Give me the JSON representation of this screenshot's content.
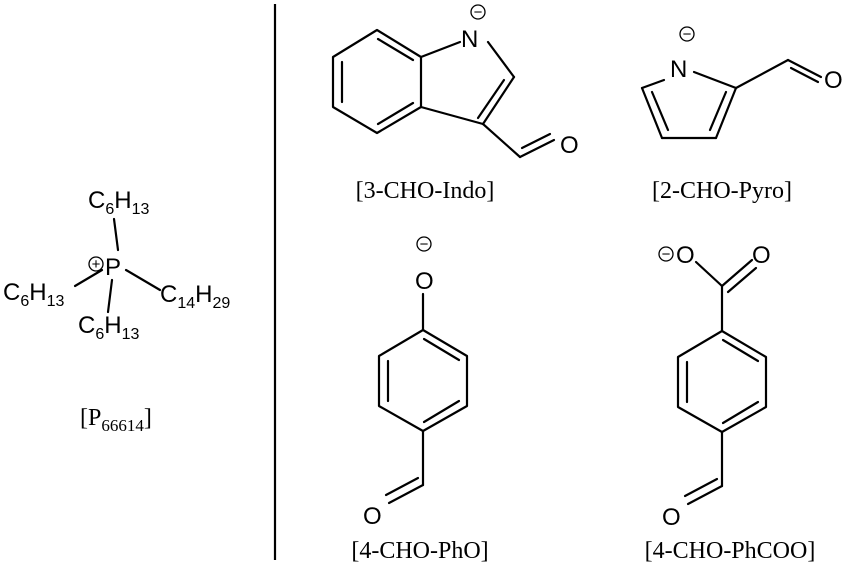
{
  "cation": {
    "label_main": "[P",
    "label_sub": "66614",
    "label_close": "]",
    "center_atom": "P",
    "charge": "+",
    "substituents": {
      "top": {
        "base": "C",
        "n1": "6",
        "h": "H",
        "n2": "13"
      },
      "left": {
        "base": "C",
        "n1": "6",
        "h": "H",
        "n2": "13"
      },
      "bottom": {
        "base": "C",
        "n1": "6",
        "h": "H",
        "n2": "13"
      },
      "right": {
        "base": "C",
        "n1": "14",
        "h": "H",
        "n2": "29"
      }
    }
  },
  "anions": [
    {
      "label": "[3-CHO-Indo]",
      "hetero_atom": "N",
      "charge": "−",
      "carbonyl_o": "O"
    },
    {
      "label": "[2-CHO-Pyro]",
      "hetero_atom": "N",
      "charge": "−",
      "carbonyl_o": "O"
    },
    {
      "label": "[4-CHO-PhO]",
      "anion_atom": "O",
      "charge": "−",
      "carbonyl_o": "O"
    },
    {
      "label": "[4-CHO-PhCOO]",
      "anion_atom": "O",
      "carboxyl_o": "O",
      "charge": "−",
      "carbonyl_o": "O"
    }
  ]
}
